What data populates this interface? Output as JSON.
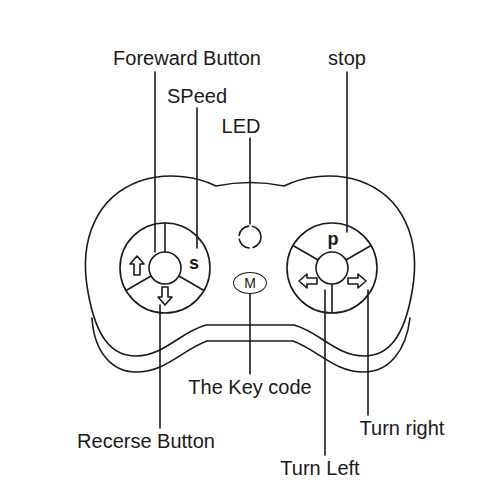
{
  "diagram": {
    "nodes": [
      {
        "text": [
          "M"
        ]
      }
    ],
    "labels": [
      "Foreward Button",
      "stop",
      "SPeed",
      "LED",
      "s",
      "p",
      "The Key code",
      "Turn right",
      "Recerse Button",
      "Turn Left"
    ]
  }
}
